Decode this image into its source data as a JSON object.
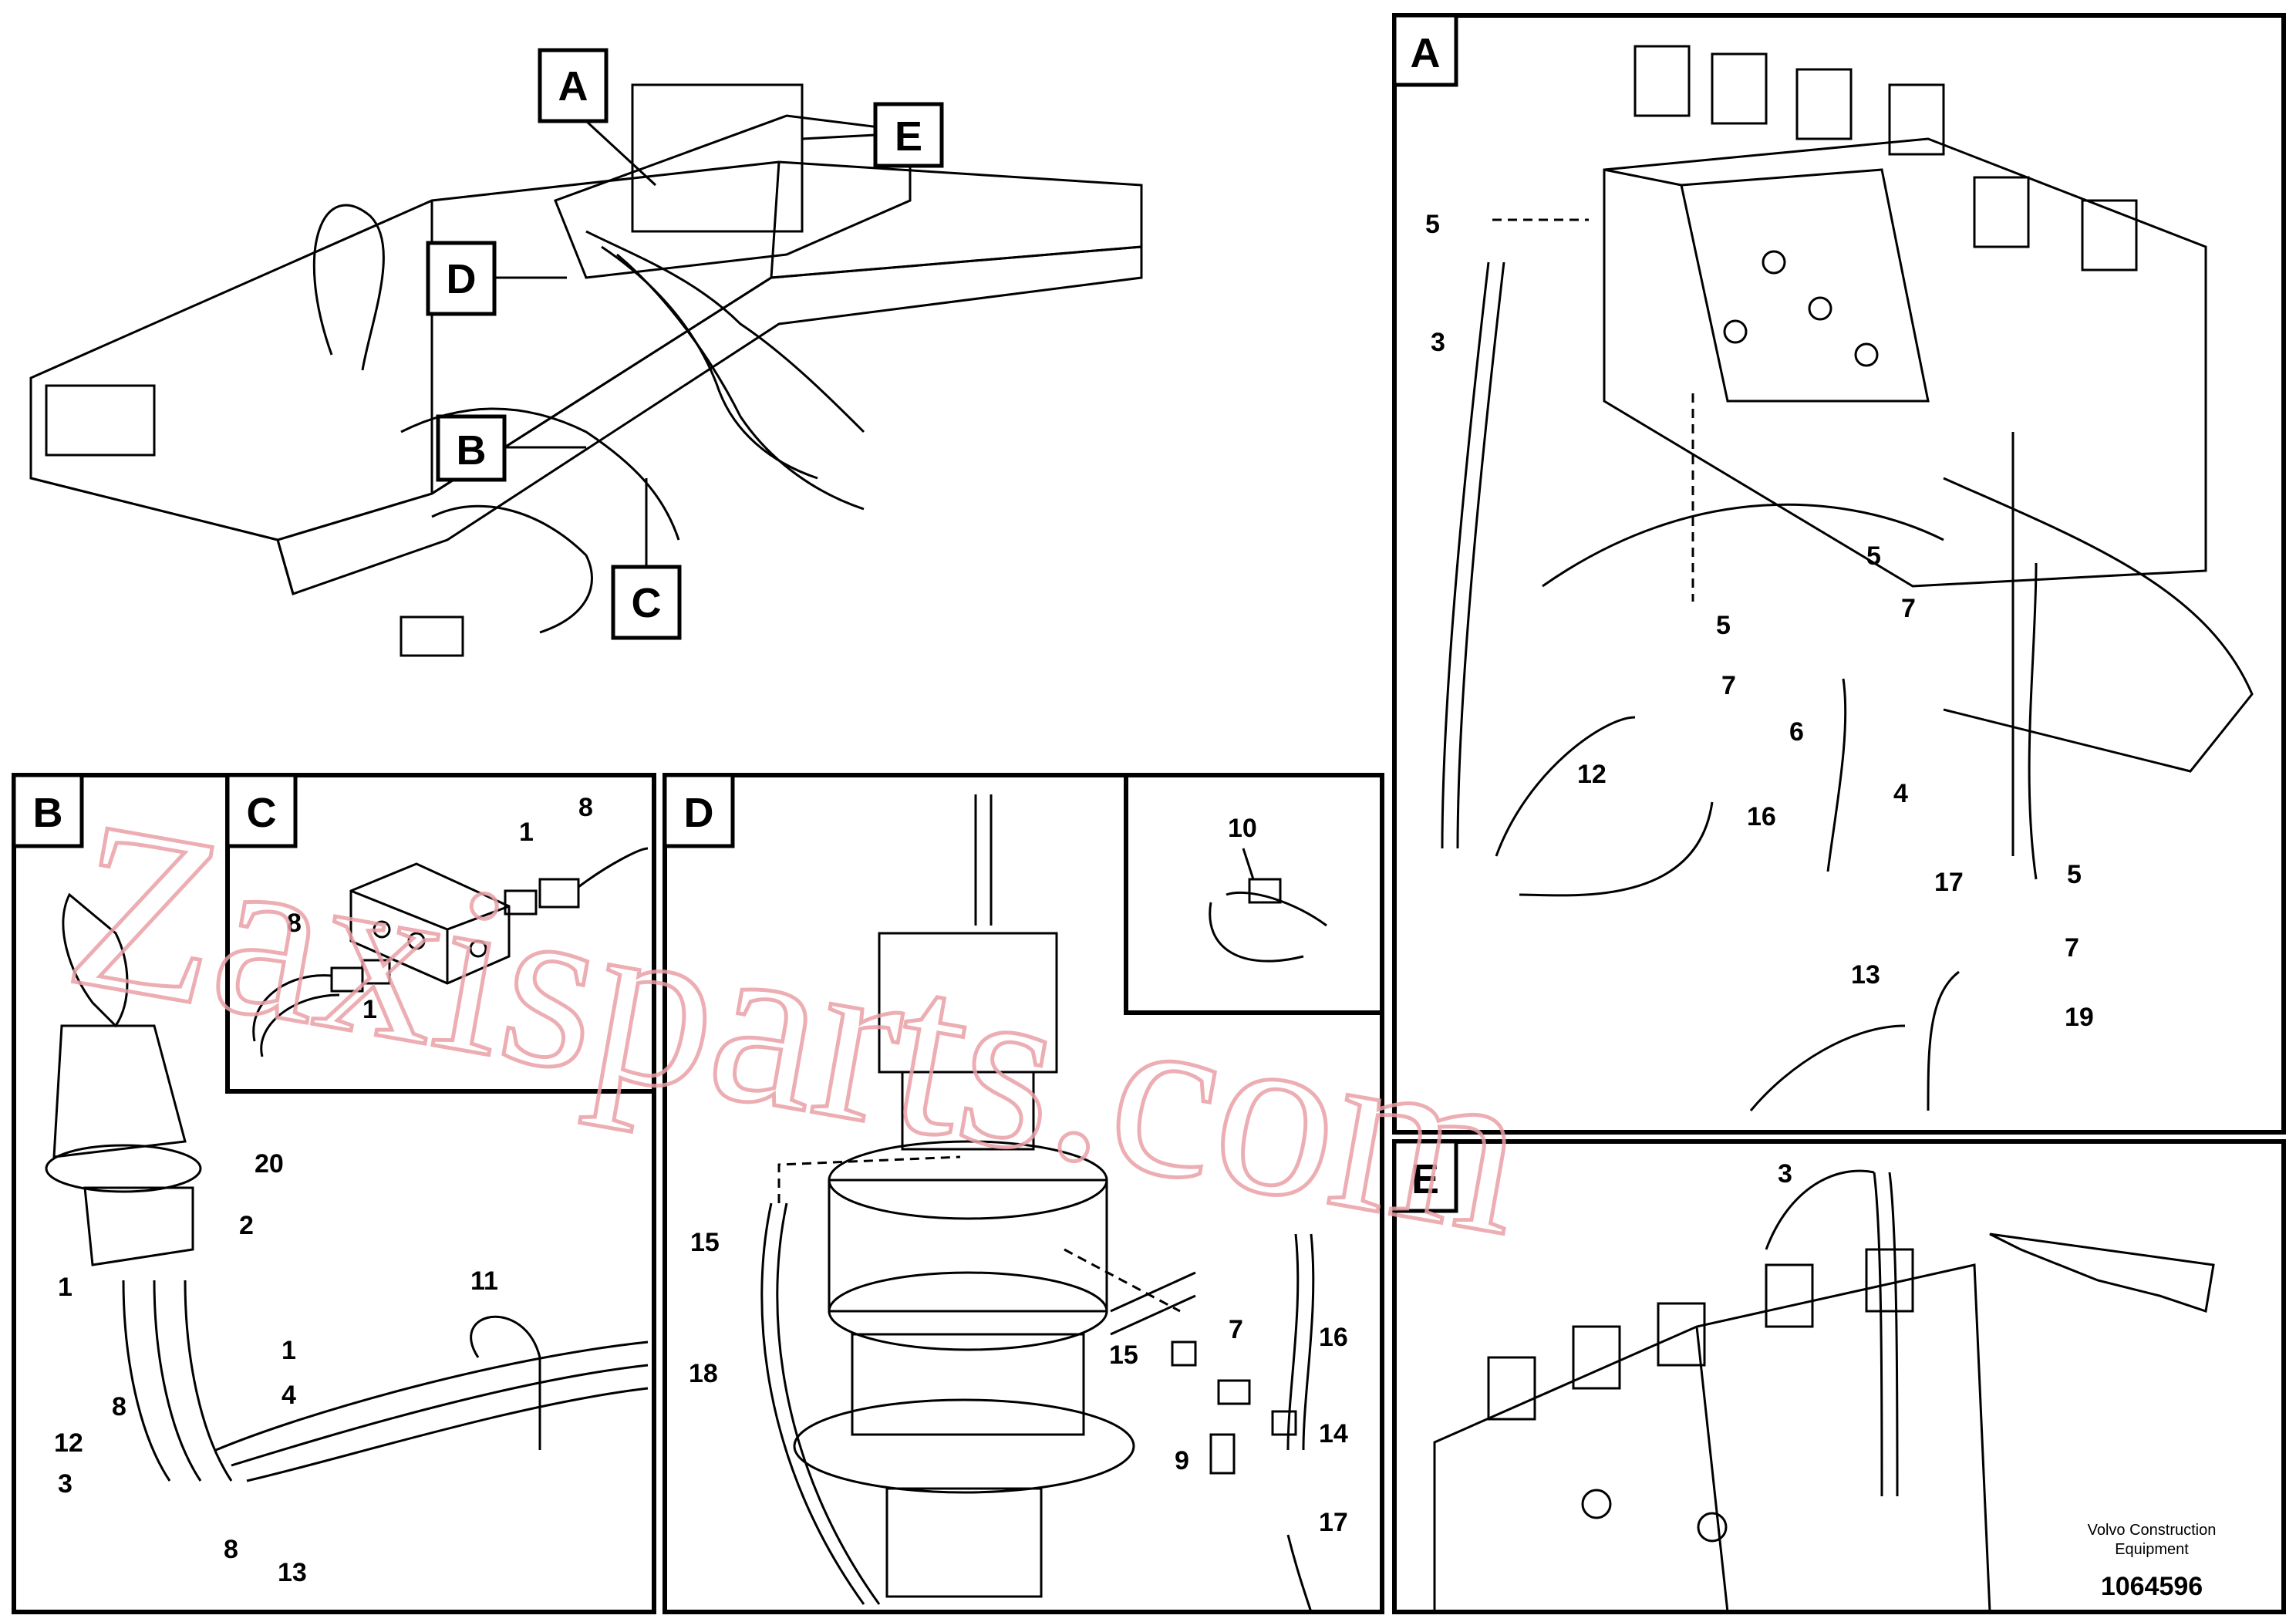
{
  "panels": {
    "A": "A",
    "B": "B",
    "C": "C",
    "D": "D",
    "E": "E"
  },
  "overview_callouts": [
    "A",
    "E",
    "D",
    "B",
    "C"
  ],
  "panel_a_labels": [
    "5",
    "3",
    "5",
    "7",
    "6",
    "4",
    "5",
    "7",
    "12",
    "16",
    "17",
    "5",
    "7",
    "13",
    "19"
  ],
  "panel_b_labels": [
    "20",
    "2",
    "1",
    "1",
    "11",
    "8",
    "4",
    "12",
    "3",
    "8",
    "13"
  ],
  "panel_c_labels": [
    "8",
    "1",
    "8",
    "1"
  ],
  "panel_d_labels": [
    "15",
    "18",
    "7",
    "15",
    "16",
    "14",
    "9",
    "17"
  ],
  "panel_10_labels": [
    "10"
  ],
  "panel_e_labels": [
    "3"
  ],
  "watermark": "Zaxisparts.com",
  "footer": {
    "line1": "Volvo Construction",
    "line2": "Equipment",
    "figure_number": "1064596"
  }
}
